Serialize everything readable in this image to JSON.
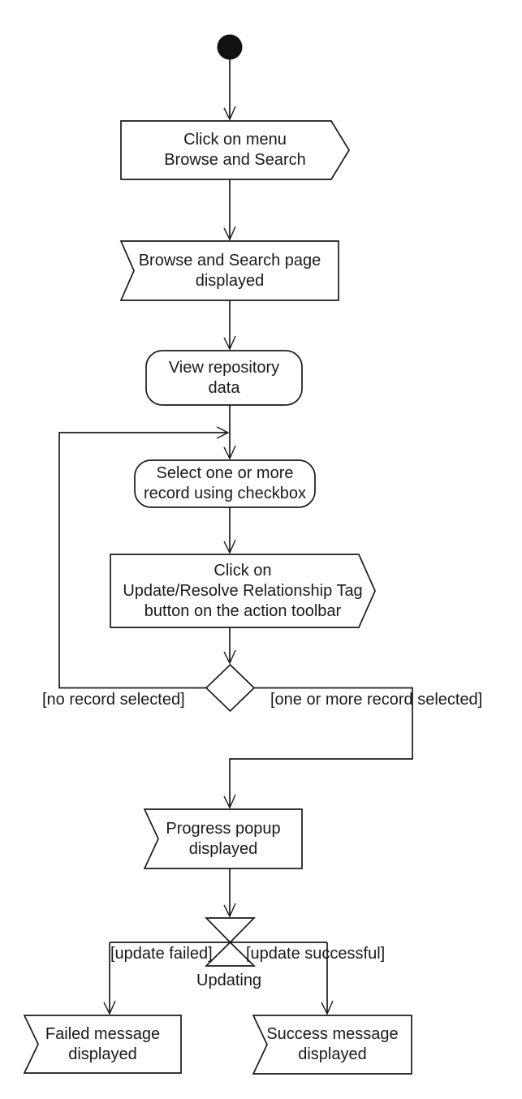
{
  "diagram": {
    "type": "uml-activity-diagram",
    "colors": {
      "background": "#ffffff",
      "stroke": "#1a1a1a",
      "text": "#1a1a1a",
      "initial_node_fill": "#111111"
    },
    "nodes": {
      "initial": {
        "type": "initial-node",
        "label": ""
      },
      "send_click_menu": {
        "type": "send-signal",
        "label": "Click on menu\nBrowse and Search"
      },
      "receive_browse_page": {
        "type": "accept-event",
        "label": "Browse and Search page\ndisplayed"
      },
      "action_view_repo": {
        "type": "action",
        "label": "View repository\ndata"
      },
      "action_select_records": {
        "type": "action",
        "label": "Select one or more\nrecord using checkbox"
      },
      "send_click_update": {
        "type": "send-signal",
        "label": "Click on\nUpdate/Resolve Relationship Tag\nbutton on the action toolbar"
      },
      "decision": {
        "type": "decision",
        "label": ""
      },
      "receive_progress": {
        "type": "accept-event",
        "label": "Progress popup\ndisplayed"
      },
      "time_event": {
        "type": "time-event",
        "label": "Updating"
      },
      "receive_failed": {
        "type": "accept-event",
        "label": "Failed message\ndisplayed"
      },
      "receive_success": {
        "type": "accept-event",
        "label": "Success message\ndisplayed"
      }
    },
    "edge_labels": {
      "no_record": "[no record selected]",
      "one_or_more": "[one or more record selected]",
      "update_failed": "[update failed]",
      "update_successful": "[update successful]"
    }
  }
}
